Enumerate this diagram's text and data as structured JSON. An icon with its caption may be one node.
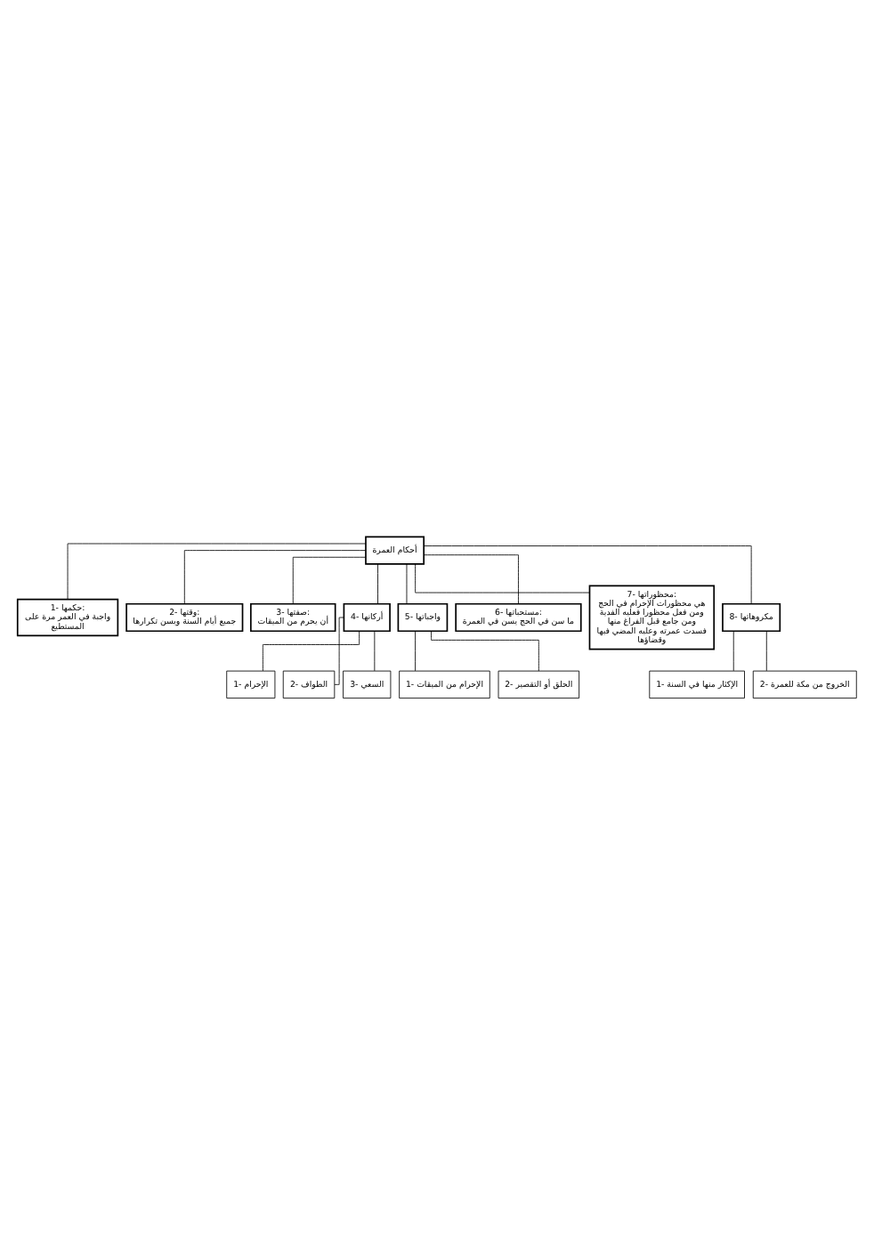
{
  "diagram": {
    "nodes": [
      {
        "text": [
          "أحكام العمرة"
        ]
      },
      {
        "text": [
          "1- حكمها:",
          "واجبة في العمر مرة على المستطيع"
        ]
      },
      {
        "text": [
          "2- وقتها:",
          "جميع أيام السنة ويسن تكرارها"
        ]
      },
      {
        "text": [
          "3- صفتها:",
          "أن يحرم من الميقات"
        ]
      },
      {
        "text": [
          "4- أركانها"
        ]
      },
      {
        "text": [
          "1- الإحرام"
        ]
      },
      {
        "text": [
          "2- الطواف"
        ]
      },
      {
        "text": [
          "3- السعي"
        ]
      },
      {
        "text": [
          "5- واجباتها"
        ]
      },
      {
        "text": [
          "1- الإحرام من الميقات"
        ]
      },
      {
        "text": [
          "2- الحلق أو التقصير"
        ]
      },
      {
        "text": [
          "6- مستحباتها:",
          "ما سن في الحج يسن في العمرة"
        ]
      },
      {
        "text": [
          "7- محظوراتها:",
          "هي محظورات الإحرام في الحج ومن فعل محظورا فعليه الفدية ومن جامع قبل الفراغ منها فسدت عمرته وعليه المضي فيها وقضاؤها"
        ]
      },
      {
        "text": [
          "8- مكروهاتها"
        ]
      },
      {
        "text": [
          "1- الإكثار منها في السنة"
        ]
      },
      {
        "text": [
          "2- الخروج من مكة للعمرة"
        ]
      }
    ],
    "edges": [
      {
        "from": 0,
        "to": 1,
        "arrow": "none"
      },
      {
        "from": 0,
        "to": 2,
        "arrow": "none"
      },
      {
        "from": 0,
        "to": 3,
        "arrow": "none"
      },
      {
        "from": 0,
        "to": 4,
        "arrow": "none"
      },
      {
        "from": 4,
        "to": 5,
        "arrow": "none"
      },
      {
        "from": 4,
        "to": 6,
        "arrow": "none"
      },
      {
        "from": 4,
        "to": 7,
        "arrow": "none"
      },
      {
        "from": 0,
        "to": 8,
        "arrow": "none"
      },
      {
        "from": 8,
        "to": 9,
        "arrow": "none"
      },
      {
        "from": 8,
        "to": 10,
        "arrow": "none"
      },
      {
        "from": 0,
        "to": 11,
        "arrow": "none"
      },
      {
        "from": 0,
        "to": 12,
        "arrow": "none"
      },
      {
        "from": 0,
        "to": 13,
        "arrow": "none"
      },
      {
        "from": 13,
        "to": 14,
        "arrow": "none"
      },
      {
        "from": 13,
        "to": 15,
        "arrow": "none"
      }
    ]
  }
}
